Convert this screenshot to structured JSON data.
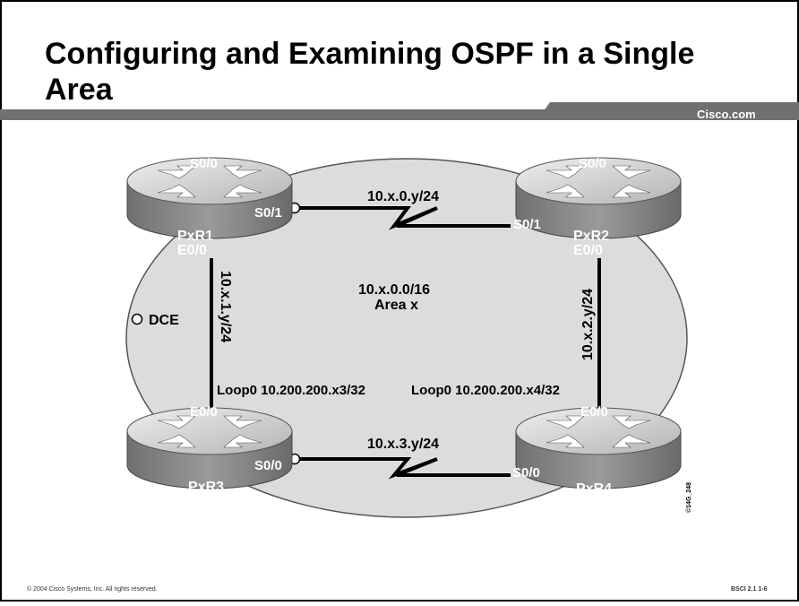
{
  "slide": {
    "title": "Configuring and Examining OSPF in a Single Area",
    "brand": "Cisco.com",
    "copyright": "© 2004 Cisco Systems, Inc. All rights reserved.",
    "slide_ref": "BSCI 2.1   1-6"
  },
  "diagram": {
    "area_network": "10.x.0.0/16",
    "area_name": "Area x",
    "dce_label": "DCE",
    "figure_id": "©14G_248",
    "routers": {
      "r1": {
        "name": "PxR1",
        "top_iface": "S0/0",
        "side_iface": "S0/1",
        "eth_iface": "E0/0"
      },
      "r2": {
        "name": "PxR2",
        "top_iface": "S0/0",
        "side_iface": "S0/1",
        "eth_iface": "E0/0"
      },
      "r3": {
        "name": "PxR3",
        "eth_iface": "E0/0",
        "side_iface": "S0/0",
        "loopback": "Loop0 10.200.200.x3/32"
      },
      "r4": {
        "name": "PxR4",
        "eth_iface": "E0/0",
        "side_iface": "S0/0",
        "loopback": "Loop0 10.200.200.x4/32"
      }
    },
    "links": {
      "r1_r2": "10.x.0.y/24",
      "r3_r4": "10.x.3.y/24",
      "r1_r3": "10.x.1.y/24",
      "r2_r4": "10.x.2.y/24"
    }
  }
}
